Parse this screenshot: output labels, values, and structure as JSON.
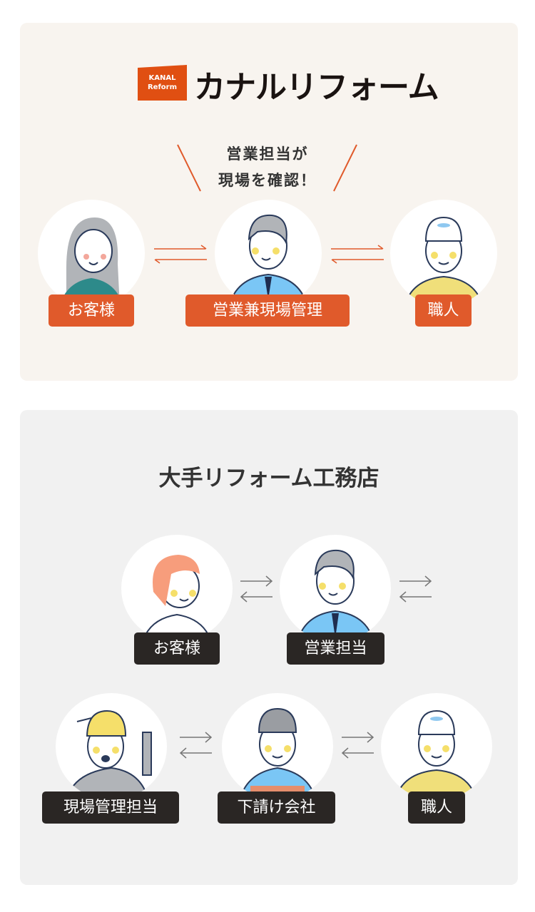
{
  "top": {
    "logo_badge": [
      "KANAL",
      "Reform"
    ],
    "brand": "カナルリフォーム",
    "slogan": [
      "営業担当が",
      "現場を確認！"
    ],
    "roles": [
      "お客様",
      "営業兼現場管理",
      "職人"
    ]
  },
  "bottom": {
    "title": "大手リフォーム工務店",
    "roles_row1": [
      "お客様",
      "営業担当"
    ],
    "roles_row2": [
      "現場管理担当",
      "下請け会社",
      "職人"
    ]
  },
  "colors": {
    "accent": "#e05a2b",
    "dark_label": "#2a2624",
    "top_bg": "#f8f4ef",
    "bottom_bg": "#f1f1f1"
  }
}
